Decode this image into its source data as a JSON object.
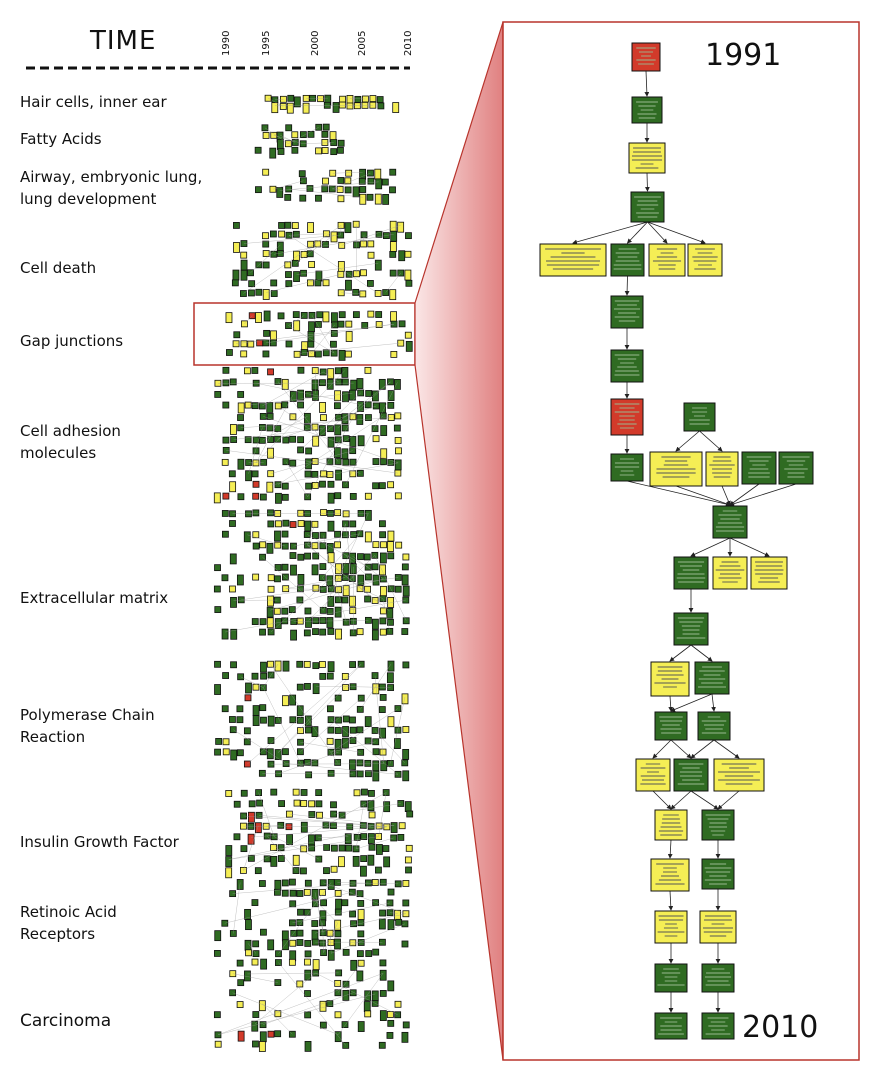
{
  "header": {
    "title": "TIME",
    "years": [
      "1990",
      "1995",
      "2000",
      "2005",
      "2010"
    ]
  },
  "topics": [
    "Hair cells, inner ear",
    "Fatty Acids",
    "Airway, embryonic lung,\nlung development",
    "Cell death",
    "Gap junctions",
    "Cell adhesion\nmolecules",
    "Extracellular matrix",
    "Polymerase Chain\nReaction",
    "Insulin Growth Factor",
    "Retinoic Acid\nReceptors",
    "Carcinoma"
  ],
  "highlighted_topic": "Gap junctions",
  "detail": {
    "start_year": "1991",
    "end_year": "2010"
  },
  "colors": {
    "node_green": "#2f6b22",
    "node_yellow": "#f5ee55",
    "node_red": "#d23a2a",
    "highlight_border": "#b8342c",
    "funnel_light": "#fbe7e7",
    "funnel_dark": "#e08080"
  }
}
